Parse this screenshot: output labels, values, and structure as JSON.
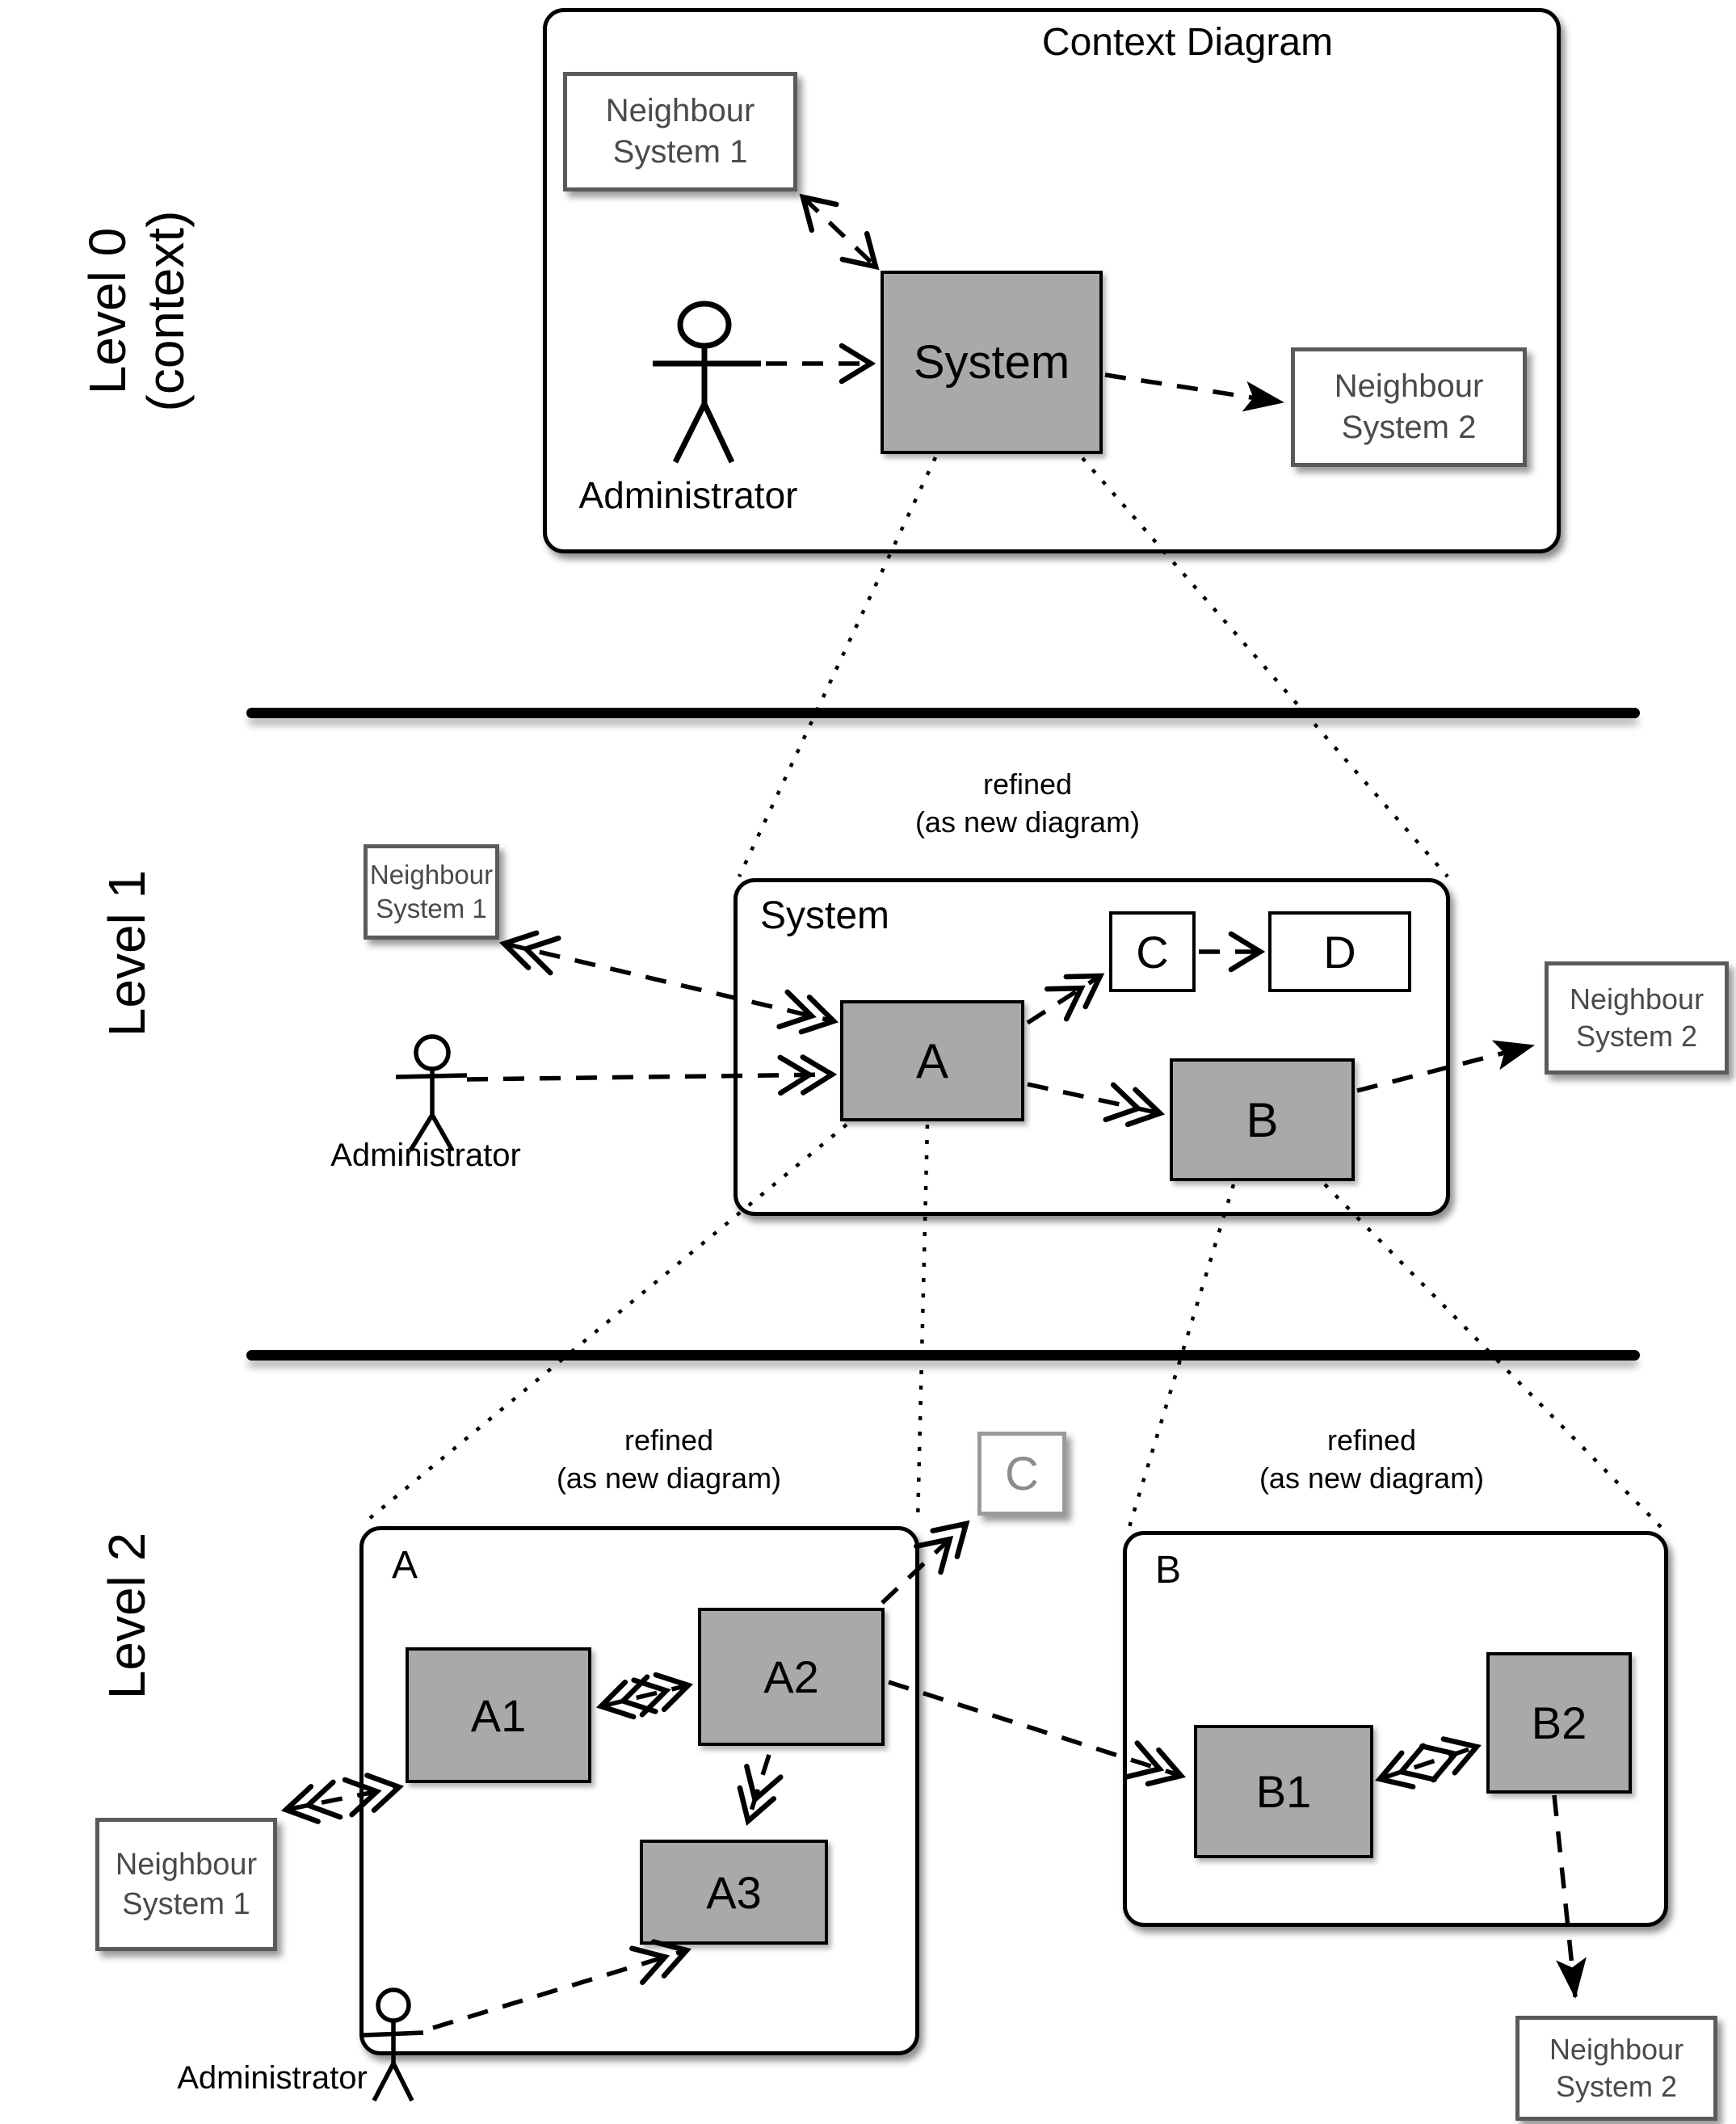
{
  "colors": {
    "component_fill": "#a9a9a9",
    "component_border": "#000000",
    "neighbour_border": "#5a5a5a",
    "neighbour_text": "#4a4a4a",
    "referenced_c_border": "#9a9a9a",
    "referenced_c_text": "#8c8c8c",
    "line_color": "#000000"
  },
  "side_labels": {
    "level0_line1": "Level 0",
    "level0_line2": "(context)",
    "level1": "Level 1",
    "level2": "Level 2"
  },
  "level0": {
    "title": "Context Diagram",
    "system_label": "System",
    "administrator_label": "Administrator",
    "neighbour1": {
      "line1": "Neighbour",
      "line2": "System 1"
    },
    "neighbour2": {
      "line1": "Neighbour",
      "line2": "System 2"
    }
  },
  "level1": {
    "refined_note": {
      "line1": "refined",
      "line2": "(as new diagram)"
    },
    "container_label": "System",
    "box_a": "A",
    "box_b": "B",
    "box_c": "C",
    "box_d": "D",
    "administrator_label": "Administrator",
    "neighbour1": {
      "line1": "Neighbour",
      "line2": "System 1"
    },
    "neighbour2": {
      "line1": "Neighbour",
      "line2": "System 2"
    }
  },
  "level2": {
    "refined_note_a": {
      "line1": "refined",
      "line2": "(as new diagram)"
    },
    "refined_note_b": {
      "line1": "refined",
      "line2": "(as new diagram)"
    },
    "container_a_label": "A",
    "container_b_label": "B",
    "box_a1": "A1",
    "box_a2": "A2",
    "box_a3": "A3",
    "box_b1": "B1",
    "box_b2": "B2",
    "ref_c_label": "C",
    "administrator_label": "Administrator",
    "neighbour1": {
      "line1": "Neighbour",
      "line2": "System 1"
    },
    "neighbour2": {
      "line1": "Neighbour",
      "line2": "System 2"
    }
  }
}
